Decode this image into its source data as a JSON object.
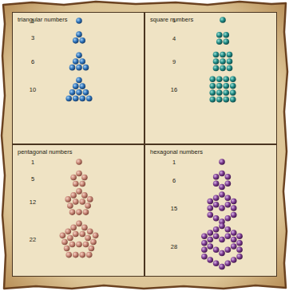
{
  "diagram": {
    "nodes": [
      {
        "text": [
          "triangular numbers",
          "1",
          "3",
          "6",
          "10"
        ]
      },
      {
        "text": [
          "square numbers",
          "1",
          "4",
          "9",
          "16"
        ]
      },
      {
        "text": [
          "pentagonal numbers",
          "1",
          "5",
          "12",
          "22"
        ]
      },
      {
        "text": [
          "hexagonal numbers",
          "1",
          "6",
          "15",
          "28"
        ]
      }
    ]
  }
}
